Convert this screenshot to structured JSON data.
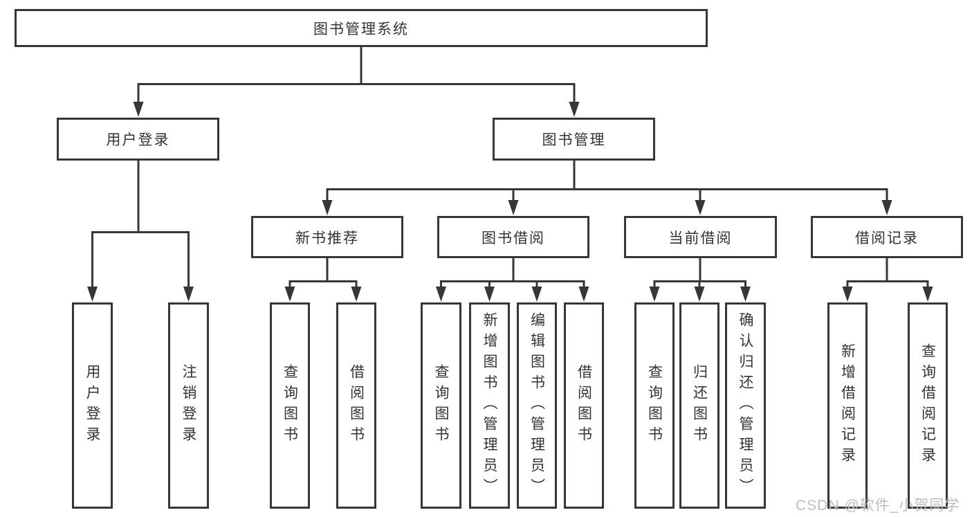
{
  "diagram": {
    "type": "functional-structure-tree",
    "nodes": {
      "root": "图书管理系统",
      "user_login": "用户登录",
      "book_management": "图书管理",
      "user_login_leaf": "用户登录",
      "logout_leaf": "注销登录",
      "new_book_recommendation": "新书推荐",
      "book_borrowing": "图书借阅",
      "current_borrowing": "当前借阅",
      "borrowing_records": "借阅记录",
      "nb_query_books": "查询图书",
      "nb_borrow_books": "借阅图书",
      "bb_query_books": "查询图书",
      "bb_add_books": "新增图书（管理员）",
      "bb_edit_books": "编辑图书（管理员）",
      "bb_borrow_books": "借阅图书",
      "cb_query_books": "查询图书",
      "cb_return_books": "归还图书",
      "cb_confirm_return": "确认归还（管理员）",
      "br_add_record": "新增借阅记录",
      "br_query_record": "查询借阅记录"
    },
    "edges": [
      [
        "图书管理系统",
        "用户登录"
      ],
      [
        "图书管理系统",
        "图书管理"
      ],
      [
        "用户登录",
        "用户登录"
      ],
      [
        "用户登录",
        "注销登录"
      ],
      [
        "图书管理",
        "新书推荐"
      ],
      [
        "图书管理",
        "图书借阅"
      ],
      [
        "图书管理",
        "当前借阅"
      ],
      [
        "图书管理",
        "借阅记录"
      ],
      [
        "新书推荐",
        "查询图书"
      ],
      [
        "新书推荐",
        "借阅图书"
      ],
      [
        "图书借阅",
        "查询图书"
      ],
      [
        "图书借阅",
        "新增图书（管理员）"
      ],
      [
        "图书借阅",
        "编辑图书（管理员）"
      ],
      [
        "图书借阅",
        "借阅图书"
      ],
      [
        "当前借阅",
        "查询图书"
      ],
      [
        "当前借阅",
        "归还图书"
      ],
      [
        "当前借阅",
        "确认归还（管理员）"
      ],
      [
        "借阅记录",
        "新增借阅记录"
      ],
      [
        "借阅记录",
        "查询借阅记录"
      ]
    ],
    "colors": {
      "line": "#373737",
      "box_border": "#373737",
      "text": "#333333",
      "background": "#ffffff",
      "watermark": "#bdbdbd"
    }
  },
  "watermark": "CSDN @软件_小贺同学"
}
